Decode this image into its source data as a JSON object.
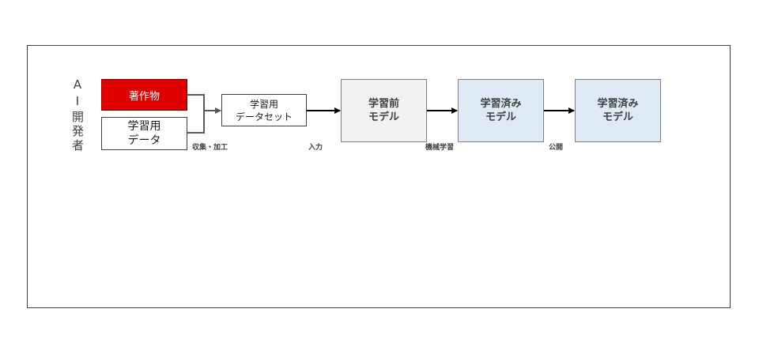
{
  "actor": {
    "label": "AI開発者"
  },
  "nodes": {
    "copyrighted_works": {
      "lines": [
        "著作物"
      ]
    },
    "training_data": {
      "lines": [
        "学習用",
        "データ"
      ]
    },
    "dataset": {
      "lines": [
        "学習用",
        "データセット"
      ]
    },
    "pre_model": {
      "lines": [
        "学習前",
        "モデル"
      ]
    },
    "trained_model": {
      "lines": [
        "学習済み",
        "モデル"
      ]
    },
    "published_model": {
      "lines": [
        "学習済み",
        "モデル"
      ]
    }
  },
  "edges": {
    "collect_process": "収集・加工",
    "input": "入力",
    "machine_learning": "機械学習",
    "publish": "公開"
  },
  "colors": {
    "copyrighted_fill": "#e00000",
    "pre_model_fill": "#f2f2f2",
    "trained_fill": "#deebf7",
    "connector_gray": "#595959",
    "arrow_black": "#000000"
  }
}
